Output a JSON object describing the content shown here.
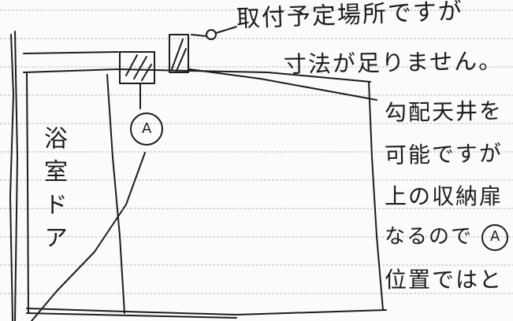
{
  "sketch": {
    "note_lines": [
      "取付予定場所ですが",
      "寸法が足りません。",
      "勾配天井を",
      "可能ですが",
      "上の収納扉",
      "なるので",
      "位置ではと"
    ],
    "door_label": "浴室ドア",
    "marker_label": "A",
    "inline_marker_label": "A"
  },
  "colors": {
    "ink": "#1c1c1c",
    "ruled_line": "#b8b8b8",
    "paper": "#fbfbfb"
  }
}
